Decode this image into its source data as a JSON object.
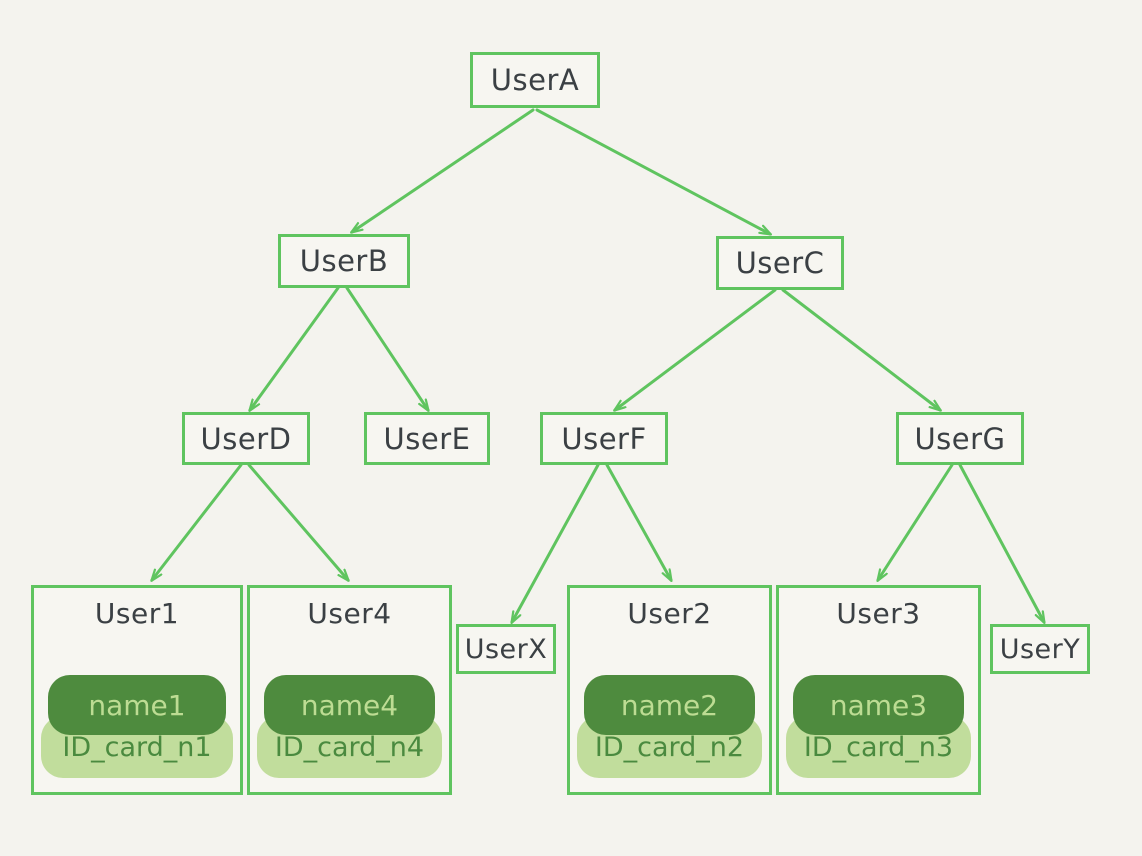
{
  "diagram": {
    "type": "tree",
    "background_color": "#f4f3ee",
    "accent_color": "#5fc45f",
    "node_text_color": "#3b4044",
    "name_pill_color": "#4e8b3e",
    "name_pill_text_color": "#bddc93",
    "id_pill_color": "#c1dd9c",
    "id_pill_text_color": "#4a8a3f"
  },
  "nodes": {
    "userA": {
      "label": "UserA"
    },
    "userB": {
      "label": "UserB"
    },
    "userC": {
      "label": "UserC"
    },
    "userD": {
      "label": "UserD"
    },
    "userE": {
      "label": "UserE"
    },
    "userF": {
      "label": "UserF"
    },
    "userG": {
      "label": "UserG"
    },
    "userX": {
      "label": "UserX"
    },
    "userY": {
      "label": "UserY"
    },
    "user1": {
      "label": "User1",
      "name": "name1",
      "id_card": "ID_card_n1"
    },
    "user4": {
      "label": "User4",
      "name": "name4",
      "id_card": "ID_card_n4"
    },
    "user2": {
      "label": "User2",
      "name": "name2",
      "id_card": "ID_card_n2"
    },
    "user3": {
      "label": "User3",
      "name": "name3",
      "id_card": "ID_card_n3"
    }
  },
  "edges": [
    {
      "from": "UserA",
      "to": "UserB"
    },
    {
      "from": "UserA",
      "to": "UserC"
    },
    {
      "from": "UserB",
      "to": "UserD"
    },
    {
      "from": "UserB",
      "to": "UserE"
    },
    {
      "from": "UserC",
      "to": "UserF"
    },
    {
      "from": "UserC",
      "to": "UserG"
    },
    {
      "from": "UserD",
      "to": "User1"
    },
    {
      "from": "UserD",
      "to": "User4"
    },
    {
      "from": "UserF",
      "to": "UserX"
    },
    {
      "from": "UserF",
      "to": "User2"
    },
    {
      "from": "UserG",
      "to": "User3"
    },
    {
      "from": "UserG",
      "to": "UserY"
    }
  ]
}
